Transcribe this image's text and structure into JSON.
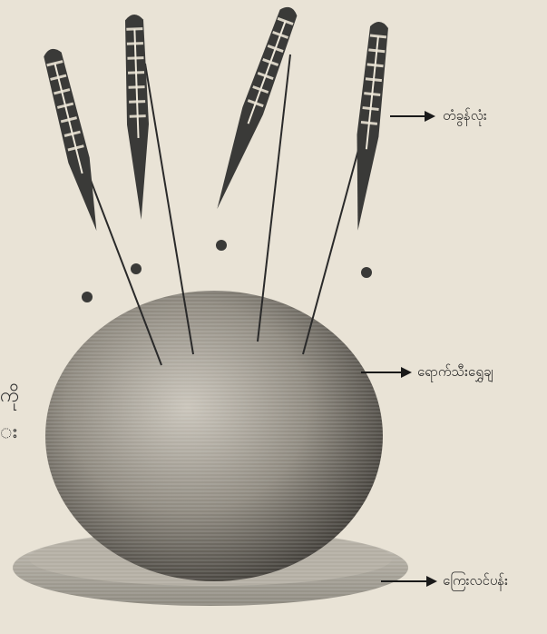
{
  "labels": {
    "needle": "တံခွန်လုံး",
    "ball": "ရောက်သီးရွှေချ",
    "plate": "ကြေးလင်ပန်း"
  },
  "margin_fragments": [
    "ကို",
    "း"
  ],
  "colors": {
    "paper": "#e9e3d6",
    "ink": "#222222",
    "ball_dark": "#5a5650",
    "ball_light": "#c9c4ba",
    "plate": "#a9a59b"
  }
}
